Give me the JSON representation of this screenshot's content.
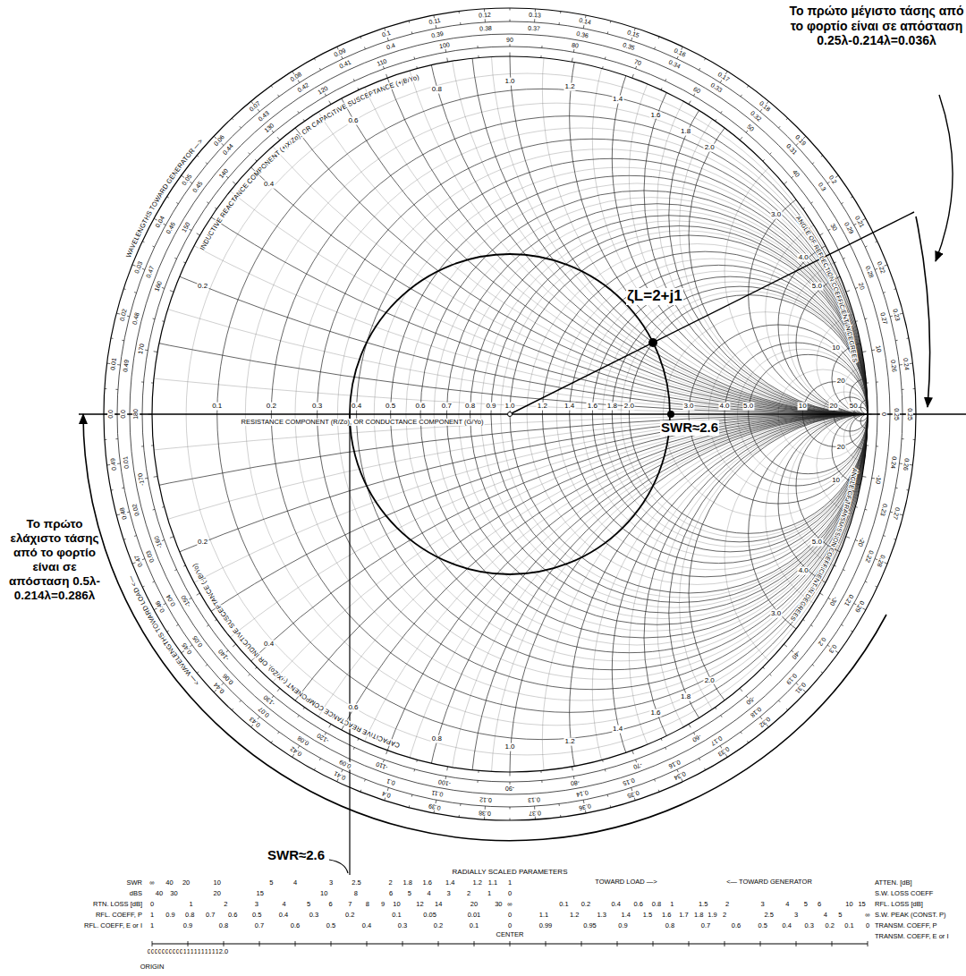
{
  "diagram": {
    "labels": [
      "Το πρώτο μέγιστο τάσης από το φορτίο είναι σε απόσταση 0.25λ-0.214λ=0.036λ",
      "ζL=2+j1",
      "SWR≈2.6",
      "Το πρώτο ελάχιστο τάσης από το φορτίο είναι σε απόσταση 0.5λ- 0.214λ=0.286λ",
      "SWR≈2.6",
      "RADIALLY SCALED PARAMETERS",
      "TOWARD LOAD —>",
      "<— TOWARD GENERATOR",
      "CENTER",
      "ORIGIN",
      "RESISTANCE COMPONENT (R/Zo), OR CONDUCTANCE COMPONENT (G/Yo)",
      "WAVELENGTHS TOWARD GENERATOR —>",
      "<— WAVELENGTHS TOWARD LOAD <—",
      "INDUCTIVE REACTANCE COMPONENT (+jX/Zo), OR CAPACITIVE SUSCEPTANCE (+jB/Yo)",
      "CAPACITIVE REACTANCE COMPONENT (-jX/Zo), OR INDUCTIVE SUSCEPTANCE (-jB/Yo)",
      "ANGLE OF REFLECTION COEFFICIENT IN DEGREES",
      "ANGLE OF TRANSMISSION COEFFICIENT IN DEGREES",
      "SWR",
      "dBS",
      "RTN. LOSS [dB]",
      "RFL. COEFF, P",
      "RFL. COEFF, E or I",
      "ATTEN. [dB]",
      "S.W. LOSS COEFF",
      "RFL. LOSS [dB]",
      "S.W. PEAK (CONST. P)",
      "TRANSM. COEFF, P",
      "TRANSM. COEFF, E or I",
      "0.0",
      "0.01",
      "0.02",
      "0.03",
      "0.04",
      "0.05",
      "0.06",
      "0.07",
      "0.08",
      "0.09",
      "0.1",
      "0.11",
      "0.12",
      "0.13",
      "0.14",
      "0.15",
      "0.16",
      "0.17",
      "0.18",
      "0.19",
      "0.2",
      "0.21",
      "0.22",
      "0.23",
      "0.24",
      "0.25",
      "0.26",
      "0.27",
      "0.28",
      "0.29",
      "0.3",
      "0.31",
      "0.32",
      "0.33",
      "0.34",
      "0.35",
      "0.36",
      "0.37",
      "0.38",
      "0.39",
      "0.4",
      "0.41",
      "0.42",
      "0.43",
      "0.44",
      "0.45",
      "0.46",
      "0.47",
      "0.48",
      "0.49",
      "0.0",
      "0.01",
      "0.02",
      "0.03",
      "0.04",
      "0.05",
      "0.06",
      "0.07",
      "0.08",
      "0.09",
      "0.1",
      "0.11",
      "0.12",
      "0.13",
      "0.14",
      "0.15",
      "0.16",
      "0.17",
      "0.18",
      "0.19",
      "0.2",
      "0.21",
      "0.22",
      "0.23",
      "0.24",
      "0.25",
      "0.26",
      "0.27",
      "0.28",
      "0.29",
      "0.3",
      "0.31",
      "0.32",
      "0.33",
      "0.34",
      "0.35",
      "0.36",
      "0.37",
      "0.38",
      "0.39",
      "0.4",
      "0.41",
      "0.42",
      "0.43",
      "0.44",
      "0.45",
      "0.46",
      "0.47",
      "0.48",
      "0.49",
      "0",
      "10",
      "20",
      "30",
      "40",
      "50",
      "60",
      "70",
      "80",
      "90",
      "100",
      "110",
      "120",
      "130",
      "140",
      "150",
      "160",
      "170",
      "180",
      "-170",
      "-160",
      "-150",
      "-140",
      "-130",
      "-120",
      "-110",
      "-100",
      "-90",
      "-80",
      "-70",
      "-60",
      "-50",
      "-40",
      "-30",
      "-20",
      "-10",
      "0.1",
      "0.2",
      "0.3",
      "0.4",
      "0.5",
      "0.6",
      "0.7",
      "0.8",
      "0.9",
      "1.0",
      "1.2",
      "1.4",
      "1.6",
      "1.8",
      "2.0",
      "3.0",
      "4.0",
      "5.0",
      "10",
      "20",
      "50",
      "0.2",
      "0.4",
      "0.6",
      "0.8",
      "1.0",
      "1.2",
      "1.4",
      "1.6",
      "1.8",
      "2.0",
      "3.0",
      "4.0",
      "5.0",
      "10",
      "20",
      "0.2",
      "0.4",
      "0.6",
      "0.8",
      "1.0",
      "1.2",
      "1.4",
      "1.6",
      "1.8",
      "2.0",
      "3.0",
      "4.0",
      "5.0",
      "10",
      "20",
      "∞",
      "40",
      "20",
      "10",
      "5",
      "4",
      "3",
      "2.5",
      "2",
      "1.8",
      "1.6",
      "1.4",
      "1.2",
      "1.1",
      "1",
      "40",
      "30",
      "20",
      "15",
      "10",
      "8",
      "6",
      "5",
      "4",
      "3",
      "2",
      "1",
      "0",
      "0",
      "1",
      "2",
      "3",
      "4",
      "5",
      "6",
      "7",
      "8",
      "9",
      "10",
      "12",
      "14",
      "20",
      "30",
      "∞",
      "1",
      "0.9",
      "0.8",
      "0.7",
      "0.6",
      "0.5",
      "0.4",
      "0.3",
      "0.2",
      "0.1",
      "0.05",
      "0.01",
      "0",
      "1",
      "0.9",
      "0.8",
      "0.7",
      "0.6",
      "0.5",
      "0.4",
      "0.3",
      "0.2",
      "0.1",
      "0",
      "0.1",
      "0.2",
      "0.4",
      "0.6",
      "0.8",
      "1",
      "1.5",
      "2",
      "3",
      "4",
      "5",
      "6",
      "10",
      "15",
      "1.1",
      "1.2",
      "1.3",
      "1.4",
      "1.5",
      "1.6",
      "1.7",
      "1.8",
      "1.9",
      "2",
      "2.5",
      "3",
      "4",
      "5",
      "∞",
      "0.99",
      "0.95",
      "0.9",
      "0.8",
      "0.7",
      "0.6",
      "0.5",
      "0.4",
      "0.3",
      "0.2",
      "0.1",
      "0",
      "0.0",
      "0.1",
      "0.2",
      "0.3",
      "0.4",
      "0.5",
      "0.6",
      "0.7",
      "0.8",
      "0.9",
      "1.0",
      "1.1",
      "1.2",
      "1.3",
      "1.4",
      "1.5",
      "1.6",
      "1.7",
      "1.8",
      "1.9",
      "2.0"
    ]
  }
}
